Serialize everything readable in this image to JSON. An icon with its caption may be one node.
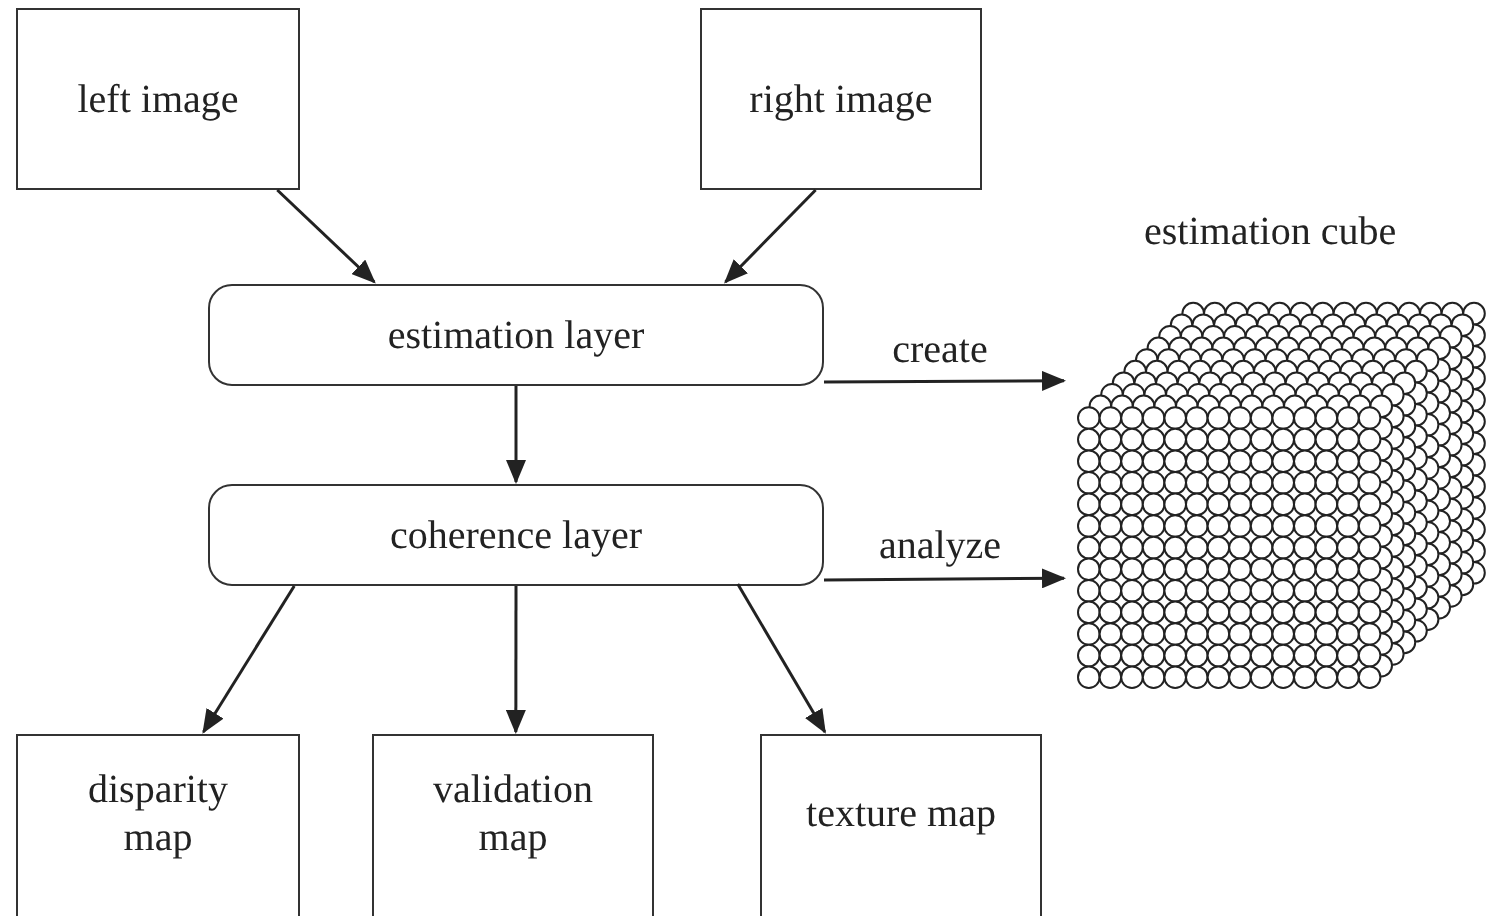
{
  "diagram": {
    "nodes": [
      {
        "text": [
          "left image"
        ]
      },
      {
        "text": [
          "right image"
        ]
      },
      {
        "text": [
          "estimation layer"
        ]
      },
      {
        "text": [
          "coherence layer"
        ]
      },
      {
        "text": [
          "disparity map"
        ]
      },
      {
        "text": [
          "validation map"
        ]
      },
      {
        "text": [
          "texture map"
        ]
      },
      {
        "text": [],
        "shape": "picture",
        "beside": [
          "estimation cube"
        ]
      }
    ],
    "edges": [
      {
        "from": 0,
        "to": 2,
        "arrow": "to"
      },
      {
        "from": 1,
        "to": 2,
        "arrow": "to"
      },
      {
        "from": 2,
        "to": 3,
        "arrow": "to"
      },
      {
        "from": 3,
        "to": 4,
        "arrow": "to"
      },
      {
        "from": 3,
        "to": 5,
        "arrow": "to"
      },
      {
        "from": 3,
        "to": 6,
        "arrow": "to"
      },
      {
        "from": 2,
        "to": 7,
        "arrow": "to",
        "label": "create"
      },
      {
        "from": 3,
        "to": 7,
        "arrow": "to",
        "label": "analyze"
      }
    ]
  }
}
